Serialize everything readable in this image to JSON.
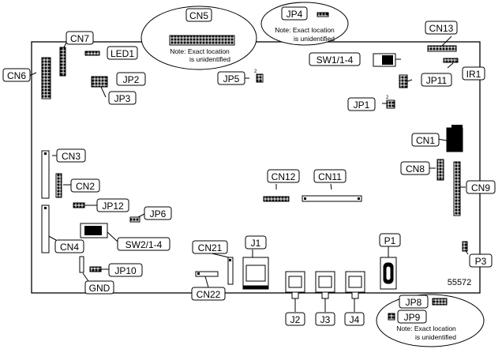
{
  "labels": {
    "cn5": "CN5",
    "jp4": "JP4",
    "note_line1": "Note: Exact location",
    "note_line2": "is unidentified",
    "cn13": "CN13",
    "cn7": "CN7",
    "led1": "LED1",
    "cn6": "CN6",
    "sw1": "SW1/1-4",
    "ir1": "IR1",
    "jp2": "JP2",
    "jp3": "JP3",
    "jp5": "JP5",
    "jp11": "JP11",
    "jp1": "JP1",
    "cn1": "CN1",
    "cn3": "CN3",
    "cn8": "CN8",
    "cn2": "CN2",
    "cn12": "CN12",
    "cn11": "CN11",
    "cn9": "CN9",
    "jp12": "JP12",
    "jp6": "JP6",
    "cn4": "CN4",
    "sw2": "SW2/1-4",
    "cn21": "CN21",
    "j1": "J1",
    "p1": "P1",
    "p3": "P3",
    "jp10": "JP10",
    "gnd": "GND",
    "cn22": "CN22",
    "part_number": "55572",
    "j2": "J2",
    "j3": "J3",
    "j4": "J4",
    "jp8": "JP8",
    "jp9": "JP9",
    "pin2": "2"
  }
}
